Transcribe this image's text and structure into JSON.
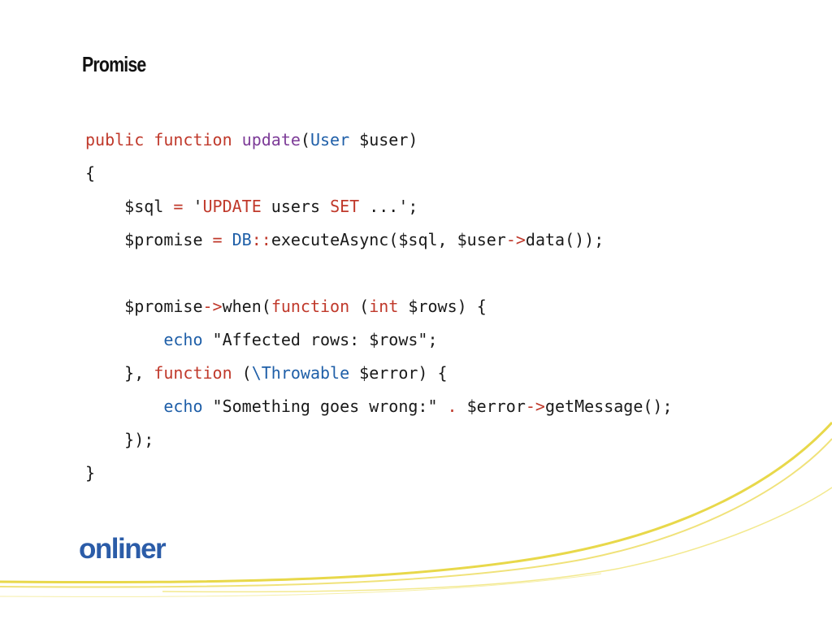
{
  "slide": {
    "title": "Promise"
  },
  "code": {
    "lines": [
      [
        {
          "t": "public",
          "c": "k"
        },
        {
          "t": " "
        },
        {
          "t": "function",
          "c": "k"
        },
        {
          "t": " "
        },
        {
          "t": "update",
          "c": "f"
        },
        {
          "t": "("
        },
        {
          "t": "User",
          "c": "t"
        },
        {
          "t": " $user)"
        }
      ],
      [
        {
          "t": "{"
        }
      ],
      [
        {
          "t": "    $sql "
        },
        {
          "t": "=",
          "c": "o"
        },
        {
          "t": " '"
        },
        {
          "t": "UPDATE",
          "c": "k"
        },
        {
          "t": " users "
        },
        {
          "t": "SET",
          "c": "k"
        },
        {
          "t": " ...';"
        }
      ],
      [
        {
          "t": "    $promise "
        },
        {
          "t": "=",
          "c": "o"
        },
        {
          "t": " "
        },
        {
          "t": "DB",
          "c": "t"
        },
        {
          "t": "::",
          "c": "o"
        },
        {
          "t": "executeAsync($sql, $user"
        },
        {
          "t": "->",
          "c": "o"
        },
        {
          "t": "data());"
        }
      ],
      [],
      [
        {
          "t": "    $promise"
        },
        {
          "t": "->",
          "c": "o"
        },
        {
          "t": "when("
        },
        {
          "t": "function",
          "c": "k"
        },
        {
          "t": " ("
        },
        {
          "t": "int",
          "c": "k"
        },
        {
          "t": " $rows) {"
        }
      ],
      [
        {
          "t": "        "
        },
        {
          "t": "echo",
          "c": "t"
        },
        {
          "t": " \"Affected rows: $rows\";"
        }
      ],
      [
        {
          "t": "    }, "
        },
        {
          "t": "function",
          "c": "k"
        },
        {
          "t": " ("
        },
        {
          "t": "\\Throwable",
          "c": "t"
        },
        {
          "t": " $error) {"
        }
      ],
      [
        {
          "t": "        "
        },
        {
          "t": "echo",
          "c": "t"
        },
        {
          "t": " \"Something goes wrong:\" "
        },
        {
          "t": ".",
          "c": "o"
        },
        {
          "t": " $error"
        },
        {
          "t": "->",
          "c": "o"
        },
        {
          "t": "getMessage();"
        }
      ],
      [
        {
          "t": "    });"
        }
      ],
      [
        {
          "t": "}"
        }
      ]
    ]
  },
  "footer": {
    "logo": "onliner",
    "colors": {
      "logo": "#2b5ca8",
      "swoosh": "#e8d84a"
    }
  }
}
